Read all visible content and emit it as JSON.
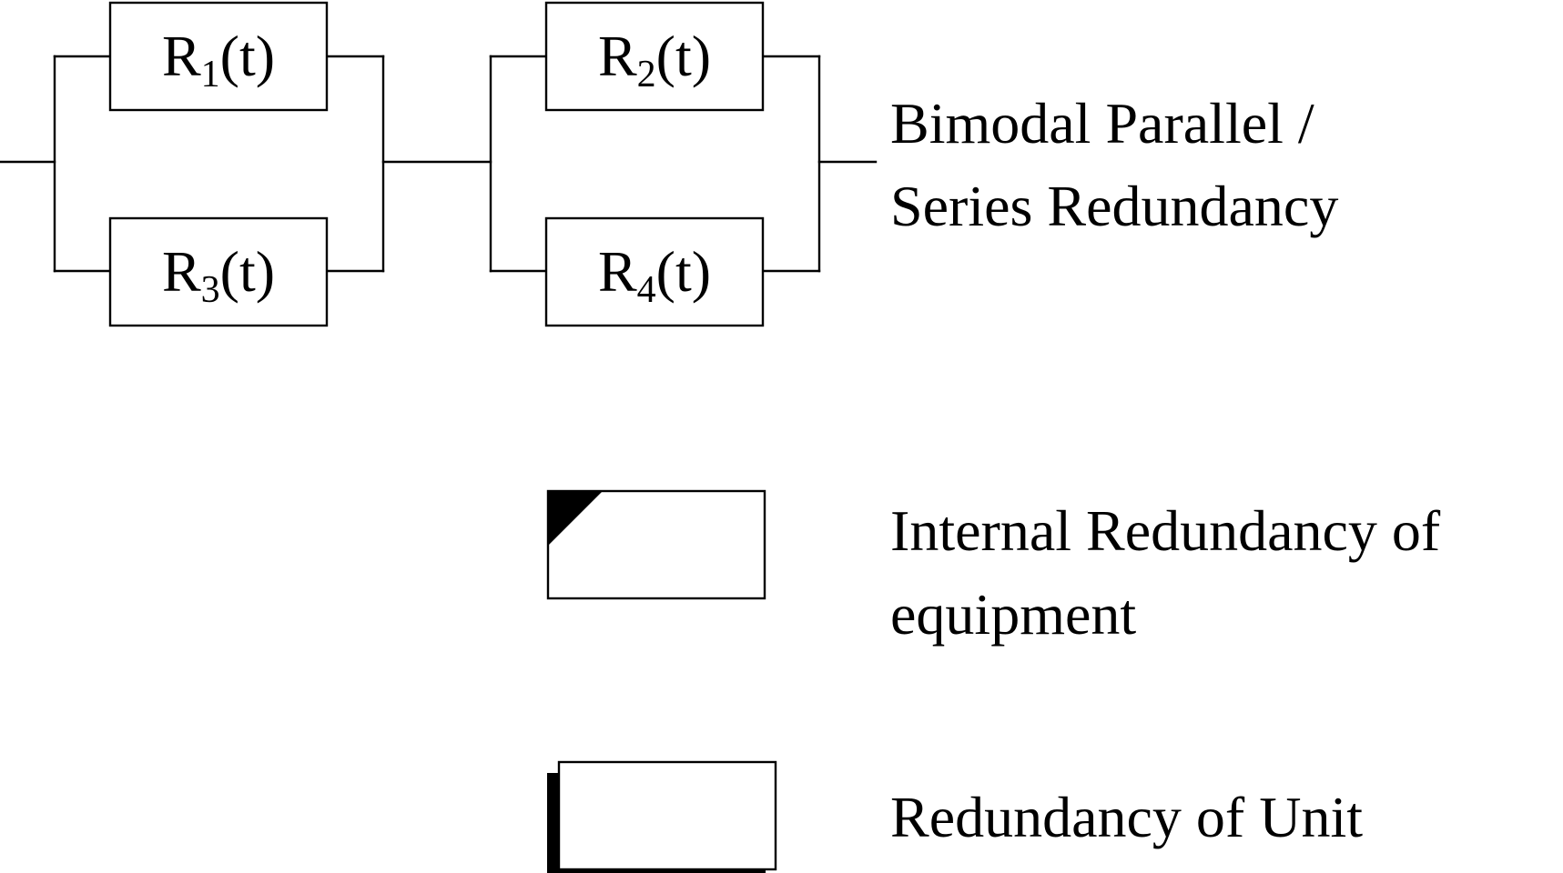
{
  "blocks": [
    {
      "id": "r1",
      "base": "R",
      "subscript": "1",
      "suffix": "(t)"
    },
    {
      "id": "r2",
      "base": "R",
      "subscript": "2",
      "suffix": "(t)"
    },
    {
      "id": "r3",
      "base": "R",
      "subscript": "3",
      "suffix": "(t)"
    },
    {
      "id": "r4",
      "base": "R",
      "subscript": "4",
      "suffix": "(t)"
    }
  ],
  "legend": {
    "bimodal": {
      "line1": "Bimodal Parallel /",
      "line2": "Series Redundancy"
    },
    "internal": {
      "line1": "Internal Redundancy of",
      "line2": "equipment"
    },
    "unit": {
      "line1": "Redundancy of Unit"
    }
  }
}
